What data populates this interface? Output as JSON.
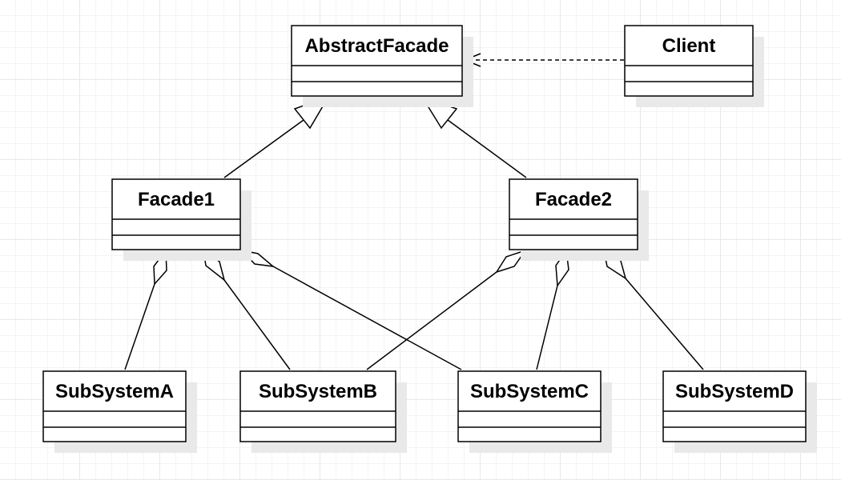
{
  "diagram": {
    "classes": [
      {
        "id": "abstract_facade",
        "name": "AbstractFacade"
      },
      {
        "id": "client",
        "name": "Client"
      },
      {
        "id": "facade1",
        "name": "Facade1"
      },
      {
        "id": "facade2",
        "name": "Facade2"
      },
      {
        "id": "subsystem_a",
        "name": "SubSystemA"
      },
      {
        "id": "subsystem_b",
        "name": "SubSystemB"
      },
      {
        "id": "subsystem_c",
        "name": "SubSystemC"
      },
      {
        "id": "subsystem_d",
        "name": "SubSystemD"
      }
    ],
    "relationships": [
      {
        "type": "dependency",
        "from": "client",
        "to": "abstract_facade"
      },
      {
        "type": "generalization",
        "from": "facade1",
        "to": "abstract_facade"
      },
      {
        "type": "generalization",
        "from": "facade2",
        "to": "abstract_facade"
      },
      {
        "type": "aggregation",
        "whole": "facade1",
        "part": "subsystem_a"
      },
      {
        "type": "aggregation",
        "whole": "facade1",
        "part": "subsystem_b"
      },
      {
        "type": "aggregation",
        "whole": "facade1",
        "part": "subsystem_c"
      },
      {
        "type": "aggregation",
        "whole": "facade2",
        "part": "subsystem_b"
      },
      {
        "type": "aggregation",
        "whole": "facade2",
        "part": "subsystem_c"
      },
      {
        "type": "aggregation",
        "whole": "facade2",
        "part": "subsystem_d"
      }
    ]
  }
}
